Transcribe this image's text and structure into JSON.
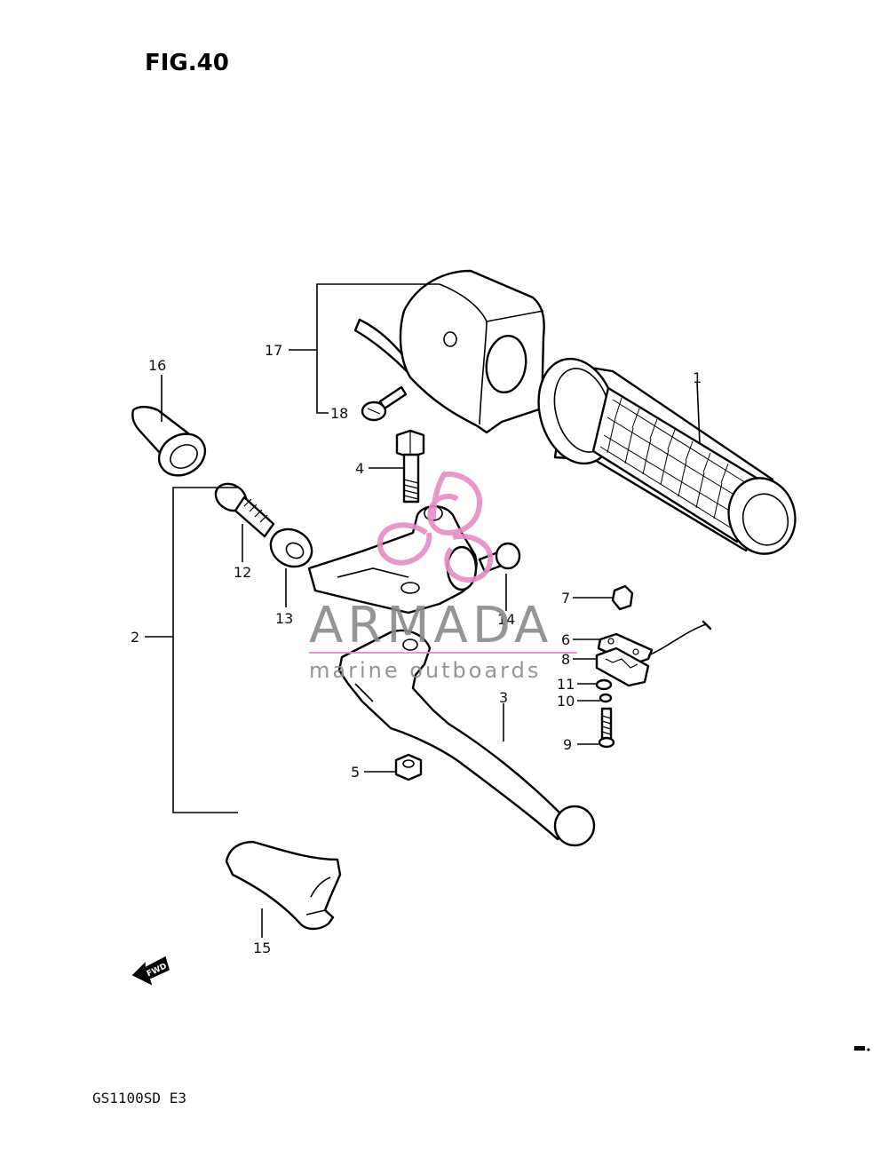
{
  "figure": {
    "title": "FIG.40",
    "model": "GS1100SD E3"
  },
  "watermark": {
    "brand": "ARMADA",
    "tagline": "marine outboards",
    "text_color": "#8a8a8a",
    "logo_color": "#e58cc4"
  },
  "fwd_arrow": {
    "label": "FWD"
  },
  "parts": [
    {
      "label": "1"
    },
    {
      "label": "2"
    },
    {
      "label": "3"
    },
    {
      "label": "4"
    },
    {
      "label": "5"
    },
    {
      "label": "6"
    },
    {
      "label": "7"
    },
    {
      "label": "8"
    },
    {
      "label": "9"
    },
    {
      "label": "10"
    },
    {
      "label": "11"
    },
    {
      "label": "12"
    },
    {
      "label": "13"
    },
    {
      "label": "14"
    },
    {
      "label": "15"
    },
    {
      "label": "16"
    },
    {
      "label": "17"
    },
    {
      "label": "18"
    }
  ]
}
